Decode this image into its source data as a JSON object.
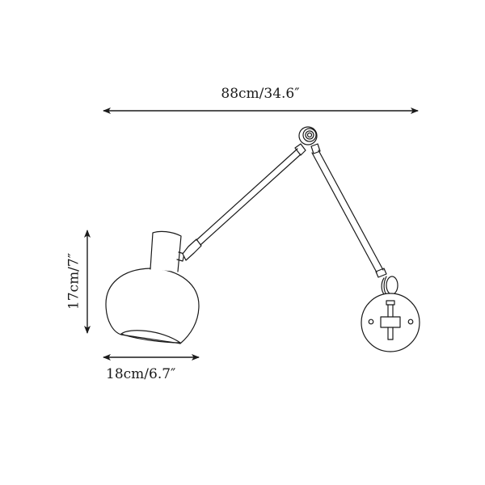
{
  "diagram": {
    "type": "product-dimension-drawing",
    "subject": "swing-arm wall lamp",
    "colors": {
      "line": "#1a1a1a",
      "background": "#ffffff"
    },
    "dimensions": {
      "total_width": {
        "label": "88cm/34.6″",
        "value_cm": 88,
        "value_in": 34.6
      },
      "shade_height": {
        "label": "17cm/7″",
        "value_cm": 17,
        "value_in": 7
      },
      "shade_width": {
        "label": "18cm/6.7″",
        "value_cm": 18,
        "value_in": 6.7
      }
    },
    "parts": [
      "globe-shade",
      "shade-socket",
      "lower-arm",
      "elbow-joint",
      "upper-arm",
      "wall-knuckle",
      "round-wall-plate"
    ]
  }
}
